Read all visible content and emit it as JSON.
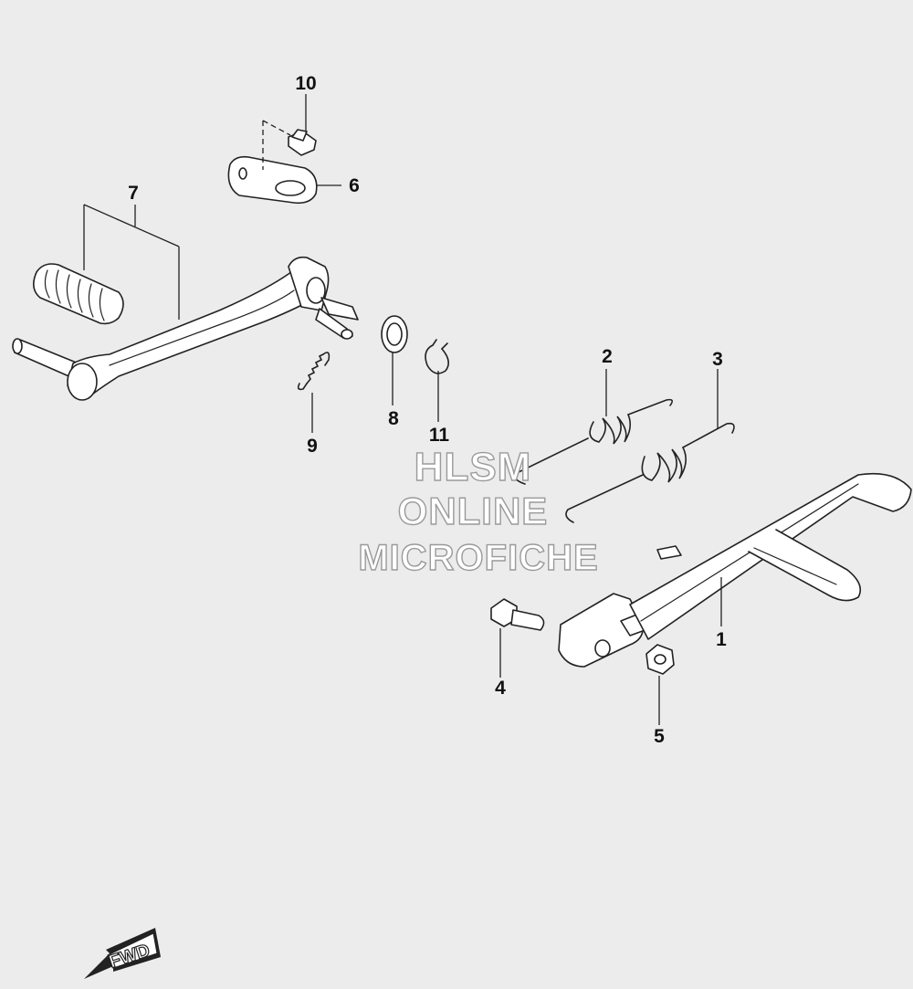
{
  "callouts": {
    "c1": "1",
    "c2": "2",
    "c3": "3",
    "c4": "4",
    "c5": "5",
    "c6": "6",
    "c7": "7",
    "c8": "8",
    "c9": "9",
    "c10": "10",
    "c11": "11"
  },
  "watermark": {
    "line1": "HLSM",
    "line2": "ONLINE",
    "line3": "MICROFICHE",
    "color": "#9a9a9a"
  },
  "direction_marker": {
    "label": "FWD"
  },
  "colors": {
    "background": "#ececec",
    "line": "#222222",
    "part_fill": "#ffffff"
  }
}
